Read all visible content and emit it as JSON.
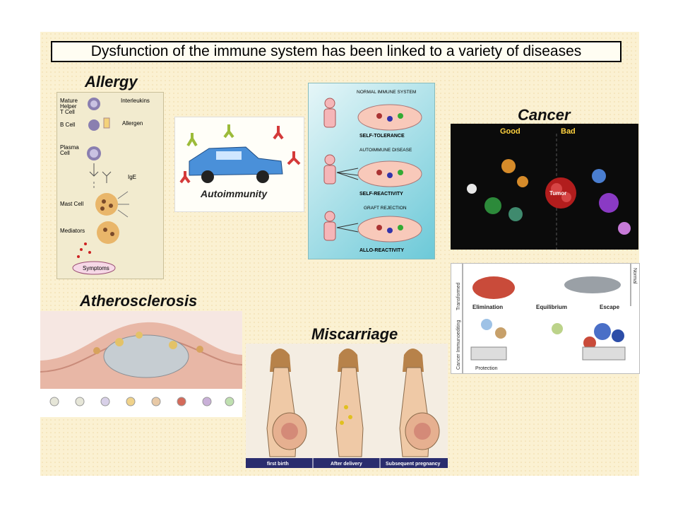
{
  "title": "Dysfunction of the immune system has been linked to a variety of diseases",
  "allergy": {
    "heading": "Allergy",
    "labels": {
      "mature_helper": "Mature",
      "helper_line2": "Helper",
      "helper_line3": "T Cell",
      "interleukins": "Interleukins",
      "b_cell": "B Cell",
      "allergen": "Allergen",
      "plasma": "Plasma",
      "plasma_line2": "Cell",
      "ige": "IgE",
      "mast_cell": "Mast Cell",
      "mediators": "Mediators",
      "symptoms": "Symptoms"
    }
  },
  "autoimmunity": {
    "label": "Autoimmunity"
  },
  "immune_chart": {
    "rows": [
      {
        "header": "NORMAL IMMUNE SYSTEM",
        "footer": "SELF-TOLERANCE"
      },
      {
        "header": "AUTOIMMUNE DISEASE",
        "footer": "SELF-REACTIVITY"
      },
      {
        "header": "GRAFT REJECTION",
        "footer": "ALLO-REACTIVITY"
      }
    ]
  },
  "cancer": {
    "heading": "Cancer",
    "good": "Good",
    "bad": "Bad",
    "tumor": "Tumor"
  },
  "immunoediting": {
    "side_left_top": "Transformed",
    "side_left_bottom": "Cancer Immunoediting",
    "side_right": "Normal",
    "phases": [
      "Elimination",
      "Equilibrium",
      "Escape"
    ],
    "protection": "Protection"
  },
  "atherosclerosis": {
    "heading": "Atherosclerosis"
  },
  "miscarriage": {
    "heading": "Miscarriage",
    "captions": [
      "first birth",
      "After delivery",
      "Subsequent pregnancy"
    ]
  },
  "colors": {
    "slide_bg": "#fbf1d2",
    "cancer_bg": "#0b0b0b",
    "miscarriage_bar": "#2a2d6e",
    "chart_bg": "#6cc9d8"
  }
}
